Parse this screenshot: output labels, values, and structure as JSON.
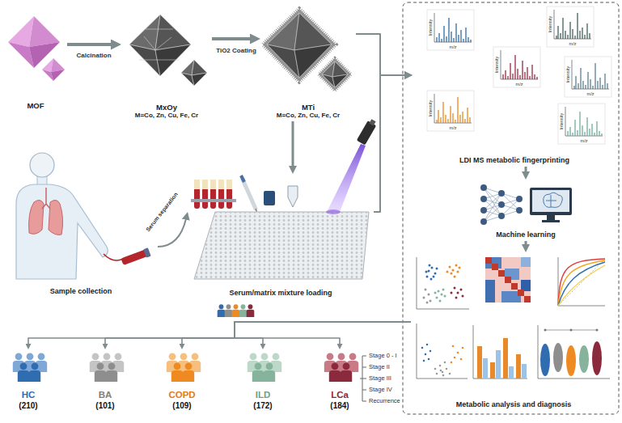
{
  "diagram": {
    "nodes": [
      {
        "text": [
          "MOF"
        ]
      },
      {
        "text": [
          "MxOy",
          "M=Co, Zn, Cu, Fe, Cr"
        ]
      },
      {
        "text": [
          "MTi",
          "M=Co, Zn, Cu, Fe, Cr"
        ]
      },
      {
        "text": [
          "Sample collection"
        ]
      },
      {
        "text": [
          "Serum/matrix mixture loading"
        ]
      },
      {
        "text": [
          "LDI MS metabolic fingerprinting"
        ]
      },
      {
        "text": [
          "Machine learning"
        ]
      },
      {
        "text": [
          "Metabolic analysis and diagnosis"
        ]
      },
      {
        "text": [
          "HC",
          "(210)"
        ]
      },
      {
        "text": [
          "BA",
          "(101)"
        ]
      },
      {
        "text": [
          "COPD",
          "(109)"
        ]
      },
      {
        "text": [
          "ILD",
          "(172)"
        ]
      },
      {
        "text": [
          "LCa",
          "(184)"
        ]
      }
    ],
    "edges": [
      {
        "from": 0,
        "to": 1,
        "label": "Calcination",
        "arrow": "to"
      },
      {
        "from": 1,
        "to": 2,
        "label": "TiO2 Coating",
        "arrow": "to"
      },
      {
        "from": 2,
        "to": 4,
        "arrow": "to"
      },
      {
        "from": 3,
        "to": 4,
        "label": "Serum separation",
        "arrow": "to"
      },
      {
        "from": 2,
        "to": 5,
        "arrow": "to"
      },
      {
        "from": 4,
        "to": 5,
        "arrow": "to"
      },
      {
        "from": 5,
        "to": 6,
        "arrow": "to"
      },
      {
        "from": 6,
        "to": 7,
        "arrow": "to"
      },
      {
        "from": 7,
        "to": 8,
        "arrow": "to"
      },
      {
        "from": 7,
        "to": 9,
        "arrow": "to"
      },
      {
        "from": 7,
        "to": 10,
        "arrow": "to"
      },
      {
        "from": 7,
        "to": 11,
        "arrow": "to"
      },
      {
        "from": 7,
        "to": 12,
        "arrow": "to"
      }
    ],
    "labels": [
      "Intensity",
      "m/z",
      "Intensity",
      "m/z",
      "Intensity",
      "m/z",
      "Intensity",
      "m/z",
      "Intensity",
      "m/z",
      "Intensity",
      "m/z",
      "Stage 0 - I",
      "Stage II",
      "Stage III",
      "Stage IV",
      "Recurrence"
    ]
  }
}
